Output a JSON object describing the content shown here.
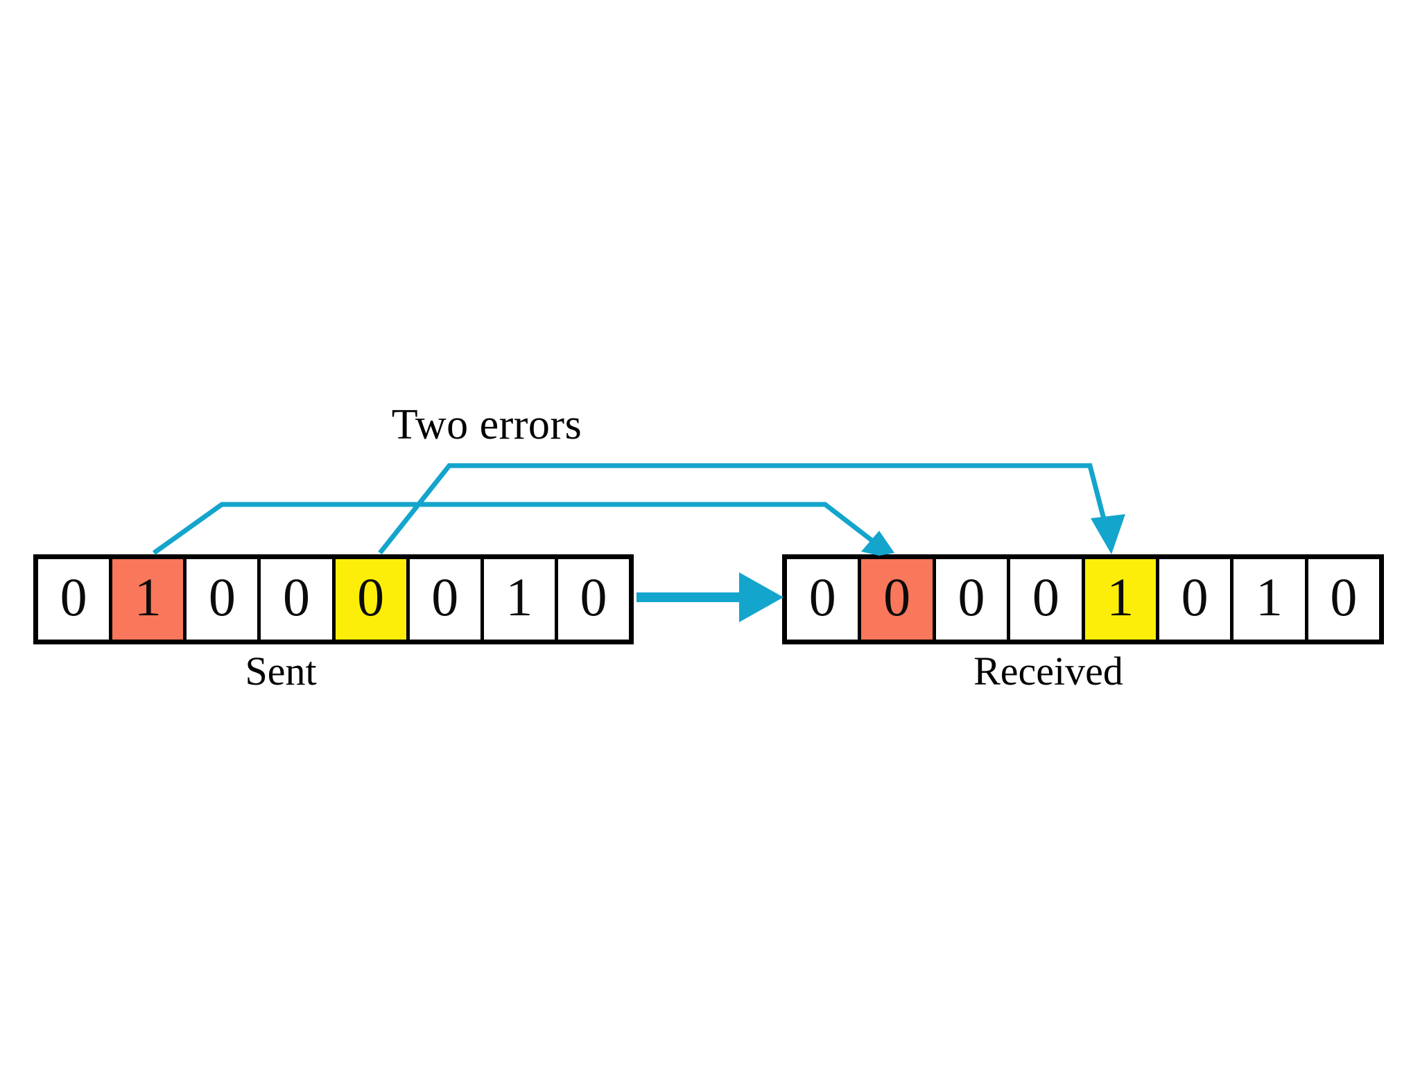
{
  "diagram": {
    "title": "Two errors",
    "accent_color": "#13A5CC",
    "error_color_red": "#F9775A",
    "error_color_yellow": "#FCEE09",
    "border_color": "#000000",
    "background": "#ffffff"
  },
  "sent": {
    "caption": "Sent",
    "bits": [
      {
        "value": "0",
        "highlight": "none"
      },
      {
        "value": "1",
        "highlight": "red"
      },
      {
        "value": "0",
        "highlight": "none"
      },
      {
        "value": "0",
        "highlight": "none"
      },
      {
        "value": "0",
        "highlight": "yellow"
      },
      {
        "value": "0",
        "highlight": "none"
      },
      {
        "value": "1",
        "highlight": "none"
      },
      {
        "value": "0",
        "highlight": "none"
      }
    ]
  },
  "received": {
    "caption": "Received",
    "bits": [
      {
        "value": "0",
        "highlight": "none"
      },
      {
        "value": "0",
        "highlight": "red"
      },
      {
        "value": "0",
        "highlight": "none"
      },
      {
        "value": "0",
        "highlight": "none"
      },
      {
        "value": "1",
        "highlight": "yellow"
      },
      {
        "value": "0",
        "highlight": "none"
      },
      {
        "value": "1",
        "highlight": "none"
      },
      {
        "value": "0",
        "highlight": "none"
      }
    ]
  },
  "annotations": {
    "transmission_arrow": "transmission-arrow",
    "error_link_red": "error-link-red",
    "error_link_yellow": "error-link-yellow"
  }
}
